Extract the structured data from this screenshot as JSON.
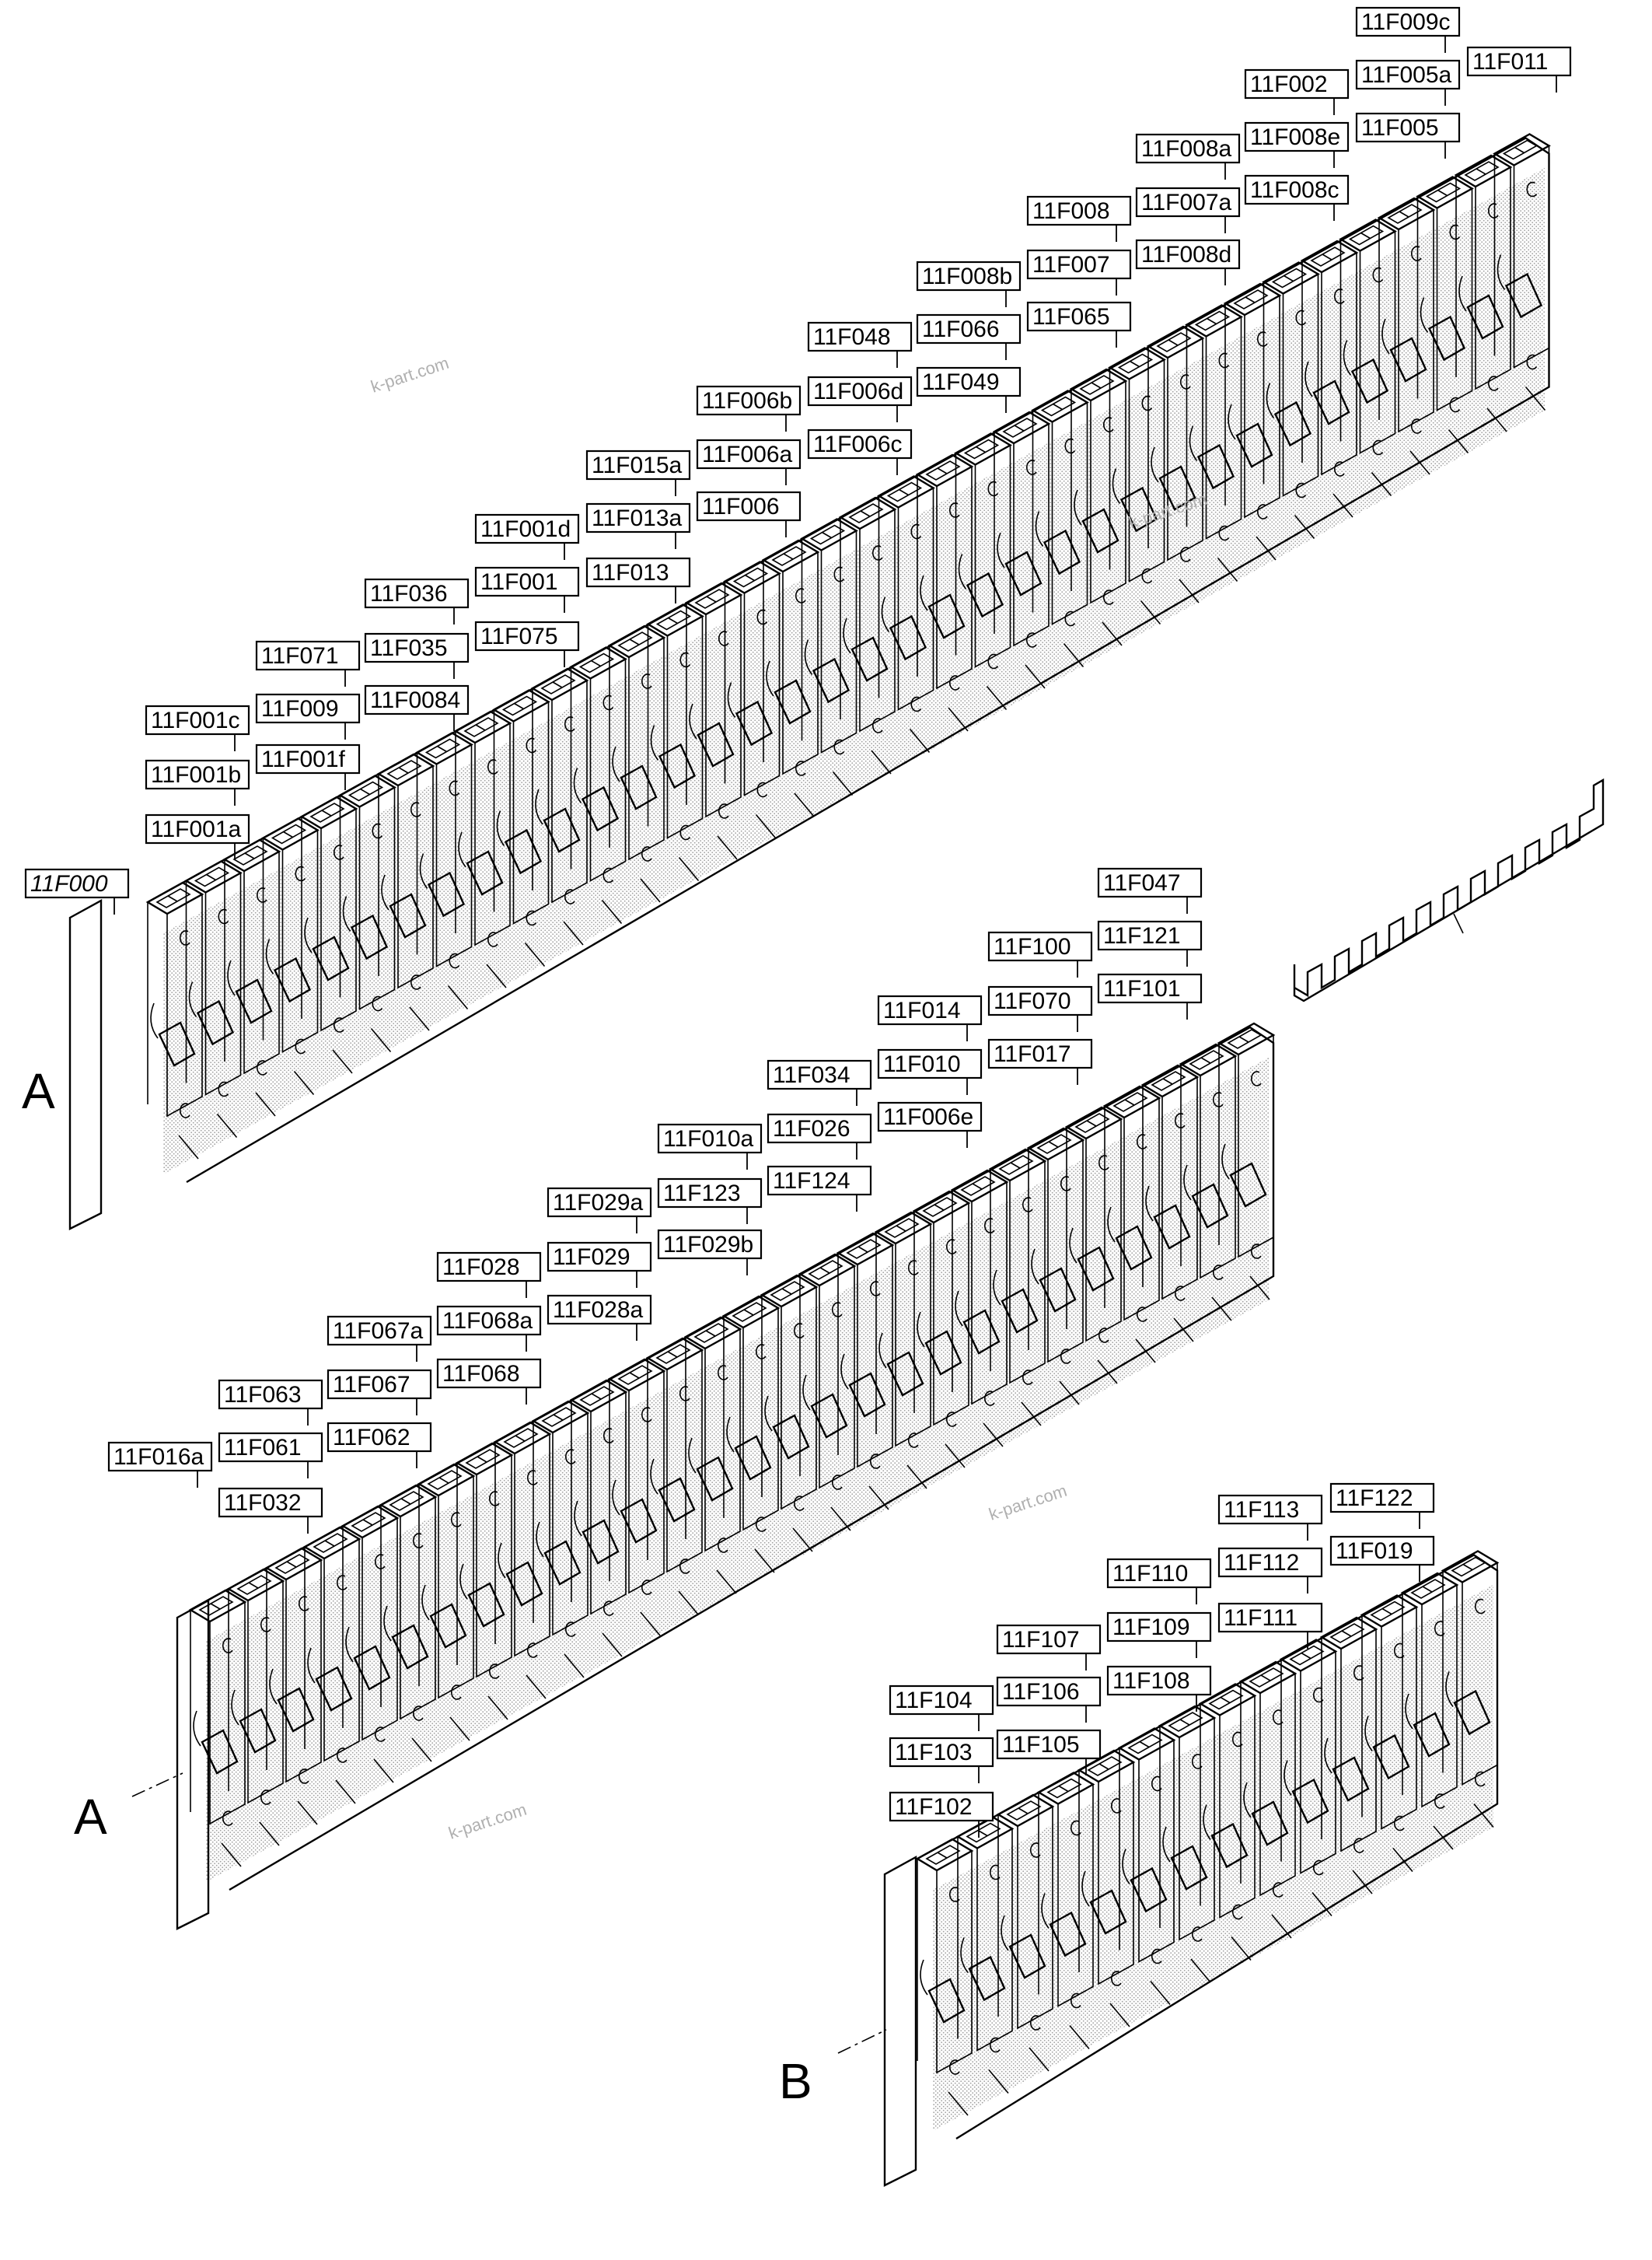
{
  "section_letters": {
    "a_top": "A",
    "a_mid": "A",
    "b": "B"
  },
  "watermark": "k-part.com",
  "assembly_a_top": {
    "labels": [
      "11F000",
      "11F001a",
      "11F001b",
      "11F001c",
      "11F001f",
      "11F009",
      "11F071",
      "11F0084",
      "11F035",
      "11F036",
      "11F075",
      "11F001",
      "11F001d",
      "11F013",
      "11F013a",
      "11F015a",
      "11F006",
      "11F006a",
      "11F006b",
      "11F006c",
      "11F006d",
      "11F048",
      "11F049",
      "11F066",
      "11F008b",
      "11F065",
      "11F007",
      "11F008",
      "11F008d",
      "11F007a",
      "11F008a",
      "11F008c",
      "11F008e",
      "11F002",
      "11F005",
      "11F005a",
      "11F009c",
      "11F011"
    ]
  },
  "assembly_a_mid": {
    "labels": [
      "11F016a",
      "11F032",
      "11F061",
      "11F063",
      "11F062",
      "11F067",
      "11F067a",
      "11F068",
      "11F068a",
      "11F028",
      "11F028a",
      "11F029",
      "11F029a",
      "11F029b",
      "11F123",
      "11F010a",
      "11F124",
      "11F026",
      "11F034",
      "11F006e",
      "11F010",
      "11F014",
      "11F017",
      "11F070",
      "11F100",
      "11F101",
      "11F121",
      "11F047"
    ]
  },
  "assembly_b": {
    "labels": [
      "11F102",
      "11F103",
      "11F104",
      "11F105",
      "11F106",
      "11F107",
      "11F108",
      "11F109",
      "11F110",
      "11F111",
      "11F112",
      "11F113",
      "11F019",
      "11F122"
    ]
  }
}
